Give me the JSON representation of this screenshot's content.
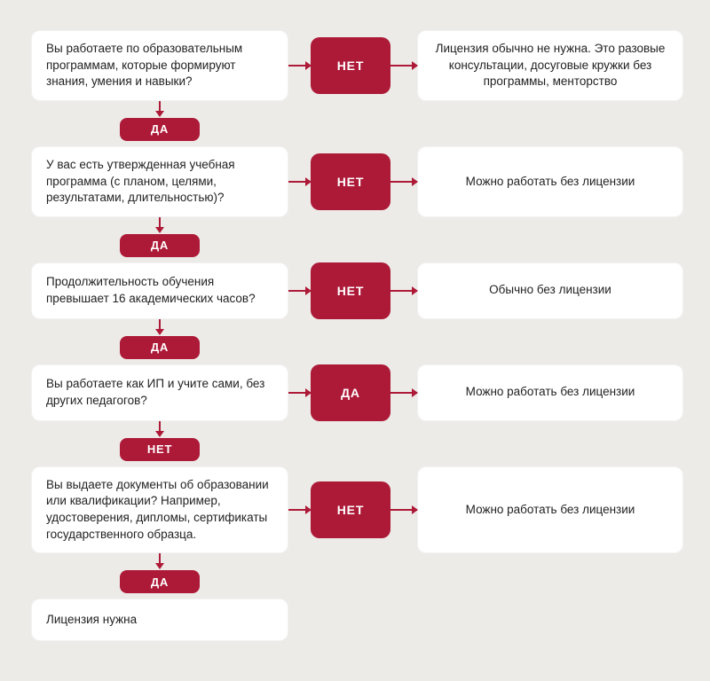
{
  "flow": {
    "rows": [
      {
        "question": "Вы работаете по образовательным программам, которые формируют знания, умения и навыки?",
        "branch_label": "НЕТ",
        "answer": "Лицензия обычно не нужна. Это разовые консультации, досуговые кружки без программы, менторство",
        "continue_label": "ДА"
      },
      {
        "question": "У вас есть утвержденная учебная программа (с планом, целями, результатами, длительностью)?",
        "branch_label": "НЕТ",
        "answer": "Можно работать без лицензии",
        "continue_label": "ДА"
      },
      {
        "question": "Продолжительность обучения превышает 16 академических часов?",
        "branch_label": "НЕТ",
        "answer": "Обычно без лицензии",
        "continue_label": "ДА"
      },
      {
        "question": "Вы работаете как ИП и учите сами, без других педагогов?",
        "branch_label": "ДА",
        "answer": "Можно работать без лицензии",
        "continue_label": "НЕТ"
      },
      {
        "question": "Вы выдаете документы об образовании или квалификации? Например, удостоверения, дипломы, сертификаты государственного образца.",
        "branch_label": "НЕТ",
        "answer": "Можно работать без лицензии",
        "continue_label": "ДА"
      }
    ],
    "final": "Лицензия нужна"
  },
  "colors": {
    "background": "#edebe8",
    "accent_red": "#ad1a38",
    "box_white": "#ffffff",
    "text_dark": "#222222"
  }
}
